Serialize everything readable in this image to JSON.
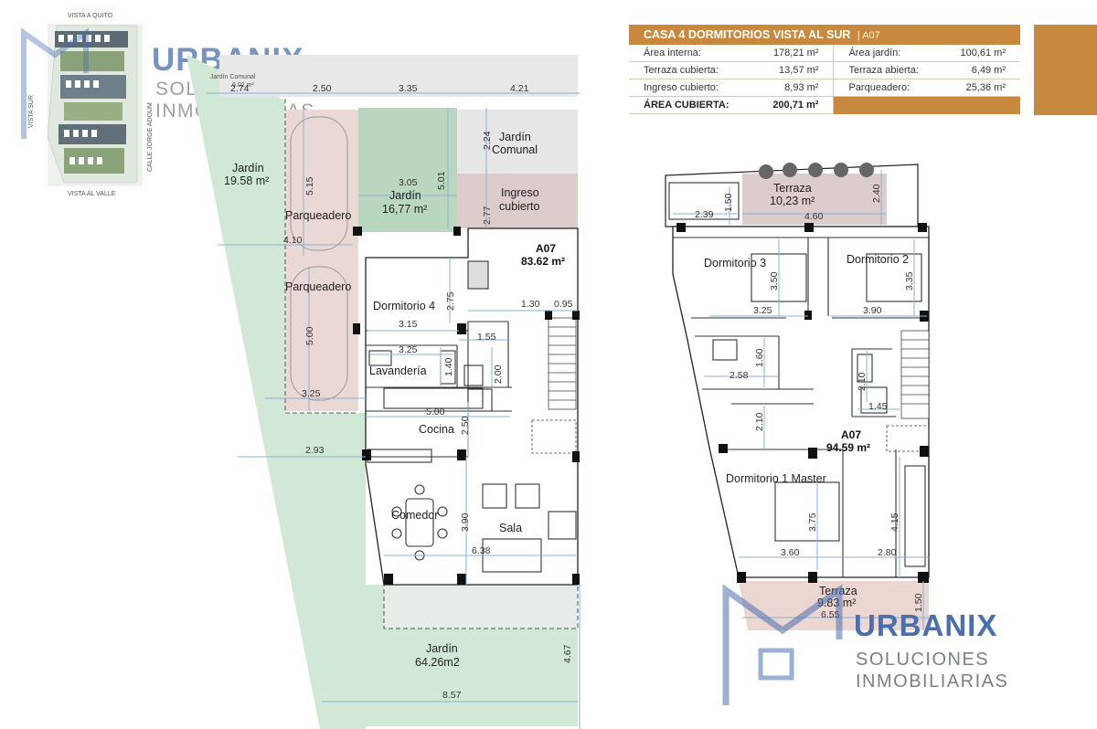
{
  "title": "CASA 4 DORMITORIOS VISTA AL SUR",
  "unit_code": "| A07",
  "areas": [
    {
      "label": "Área interna:",
      "value": "178,21 m²",
      "label2": "Área jardín:",
      "value2": "100,61 m²"
    },
    {
      "label": "Terraza cubierta:",
      "value": "13,57 m²",
      "label2": "Terraza abierta:",
      "value2": "6,49 m²"
    },
    {
      "label": "Ingreso cubierto:",
      "value": "8,93 m²",
      "label2": "Parqueadero:",
      "value2": "25,36 m²"
    }
  ],
  "total": {
    "label": "ÁREA CUBIERTA:",
    "value": "200,71 m²"
  },
  "brand": {
    "name": "URBANIX",
    "line1": "SOLUCIONES",
    "line2": "INMOBILIARIAS"
  },
  "colors": {
    "accent": "#c8893e",
    "brand": "#4a6fae",
    "garden": "#d2e8d6",
    "parking": "#ead8d5",
    "covered": "#dccccc"
  },
  "site_map": {
    "top": "VISTA A QUITO",
    "left": "VISTA SUR",
    "street": "CALLE JORGE ADOUM",
    "bottom": "VISTA AL VALLE"
  },
  "ground_floor": {
    "rooms": {
      "jardin_comunal_small": "Jardín Comunal",
      "jardin_comunal_small_area": "6.02 m²",
      "jardin_left": "Jardín",
      "jardin_left_area": "19.58 m²",
      "parqueadero_1": "Parqueadero",
      "parqueadero_2": "Parqueadero",
      "jardin_front": "Jardín",
      "jardin_front_area": "16,77 m²",
      "jardin_comunal": "Jardín",
      "jardin_comunal_2": "Comunal",
      "ingreso": "Ingreso",
      "ingreso_2": "cubierto",
      "unit": "A07",
      "unit_area": "83.62 m²",
      "dormitorio_4": "Dormitorio 4",
      "lavanderia": "Lavandería",
      "cocina": "Cocina",
      "comedor": "Comedor",
      "sala": "Sala",
      "jardin_back": "Jardín",
      "jardin_back_area": "64.26m2"
    },
    "dims": {
      "d274": "2.74",
      "d250": "2.50",
      "d335": "3.35",
      "d421": "4.21",
      "d305": "3.05",
      "d501": "5.01",
      "d515": "5.15",
      "d224": "2.24",
      "d277": "2.77",
      "d410": "4.10",
      "d275": "2.75",
      "d130": "1.30",
      "d095": "0.95",
      "d500a": "5.00",
      "d315": "3.15",
      "d155": "1.55",
      "d325a": "3.25",
      "d140": "1.40",
      "d200": "2.00",
      "d325b": "3.25",
      "d500b": "5.00",
      "d250b": "2.50",
      "d293": "2.93",
      "d390": "3.90",
      "d638": "6.38",
      "d467": "4.67",
      "d857": "8.57"
    }
  },
  "upper_floor": {
    "rooms": {
      "terraza": "Terraza",
      "terraza_area": "10,23 m²",
      "dormitorio_3": "Dormitorio 3",
      "dormitorio_2": "Dormitorio 2",
      "unit": "A07",
      "unit_area": "94.59 m²",
      "dormitorio_1": "Dormitorio 1 Master",
      "terraza_2": "Terraza",
      "terraza_2_area": "9.83 m²"
    },
    "dims": {
      "d239": "2.39",
      "d150a": "1.50",
      "d460": "4.60",
      "d240": "2.40",
      "d350": "3.50",
      "d335": "3.35",
      "d325": "3.25",
      "d390": "3.90",
      "d160": "1.60",
      "d258": "2.58",
      "d210a": "2.10",
      "d210b": "2.10",
      "d145": "1.45",
      "d375": "3.75",
      "d415": "4.15",
      "d360": "3.60",
      "d280": "2.80",
      "d655": "6.55",
      "d150b": "1.50"
    }
  }
}
